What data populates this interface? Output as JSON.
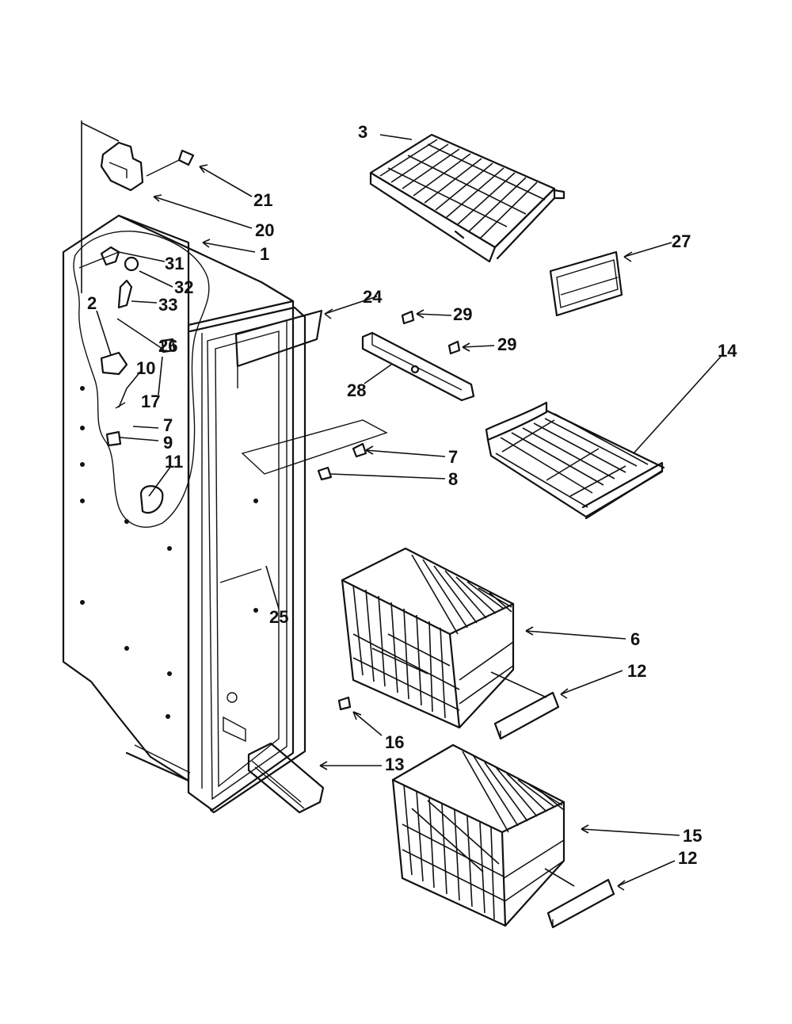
{
  "callouts": [
    {
      "id": "c3",
      "text": "3"
    },
    {
      "id": "c21",
      "text": "21"
    },
    {
      "id": "c20",
      "text": "20"
    },
    {
      "id": "c1",
      "text": "1"
    },
    {
      "id": "c31",
      "text": "31"
    },
    {
      "id": "c32",
      "text": "32"
    },
    {
      "id": "c33",
      "text": "33"
    },
    {
      "id": "c2",
      "text": "2"
    },
    {
      "id": "c26",
      "text": "26"
    },
    {
      "id": "c10",
      "text": "10"
    },
    {
      "id": "c17",
      "text": "17"
    },
    {
      "id": "c7a",
      "text": "7"
    },
    {
      "id": "c9",
      "text": "9"
    },
    {
      "id": "c11",
      "text": "11"
    },
    {
      "id": "c24",
      "text": "24"
    },
    {
      "id": "c27",
      "text": "27"
    },
    {
      "id": "c29a",
      "text": "29"
    },
    {
      "id": "c29b",
      "text": "29"
    },
    {
      "id": "c28",
      "text": "28"
    },
    {
      "id": "c14",
      "text": "14"
    },
    {
      "id": "c7b",
      "text": "7"
    },
    {
      "id": "c8",
      "text": "8"
    },
    {
      "id": "c25",
      "text": "25"
    },
    {
      "id": "c6",
      "text": "6"
    },
    {
      "id": "c12a",
      "text": "12"
    },
    {
      "id": "c16",
      "text": "16"
    },
    {
      "id": "c13",
      "text": "13"
    },
    {
      "id": "c15",
      "text": "15"
    },
    {
      "id": "c12b",
      "text": "12"
    }
  ]
}
